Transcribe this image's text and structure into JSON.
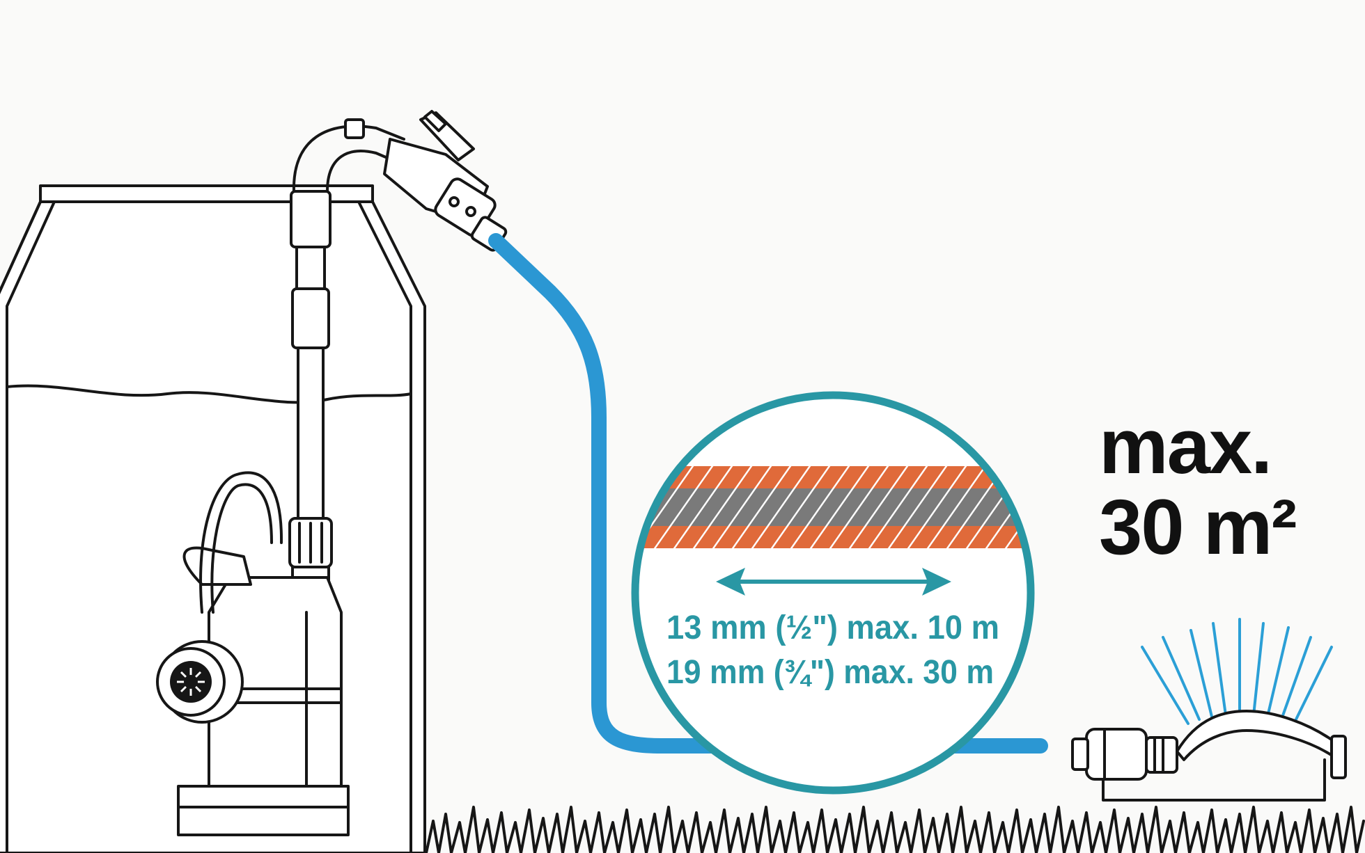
{
  "hose_specs": [
    {
      "diameter": "13 mm",
      "inch": "(½\")",
      "max_length": "max. 10 m"
    },
    {
      "diameter": "19 mm",
      "inch": "(¾\")",
      "max_length": "max. 30 m"
    }
  ],
  "hose_spec_lines": [
    "13 mm (½\") max. 10 m",
    "19 mm (¾\") max. 30 m"
  ],
  "coverage": {
    "line1": "max.",
    "line2": "30 m²"
  },
  "colors": {
    "hose": "#2b97d3",
    "callout_ring": "#2997a4",
    "hose_layer_outer": "#e06a3a",
    "hose_layer_inner": "#7a7a7a",
    "water_spray": "#2b9fd6",
    "ink": "#161616"
  },
  "icons": [
    "rain-barrel",
    "submersible-pump",
    "garden-hose",
    "hose-cross-section",
    "double-arrow",
    "sprinkler",
    "grass"
  ]
}
